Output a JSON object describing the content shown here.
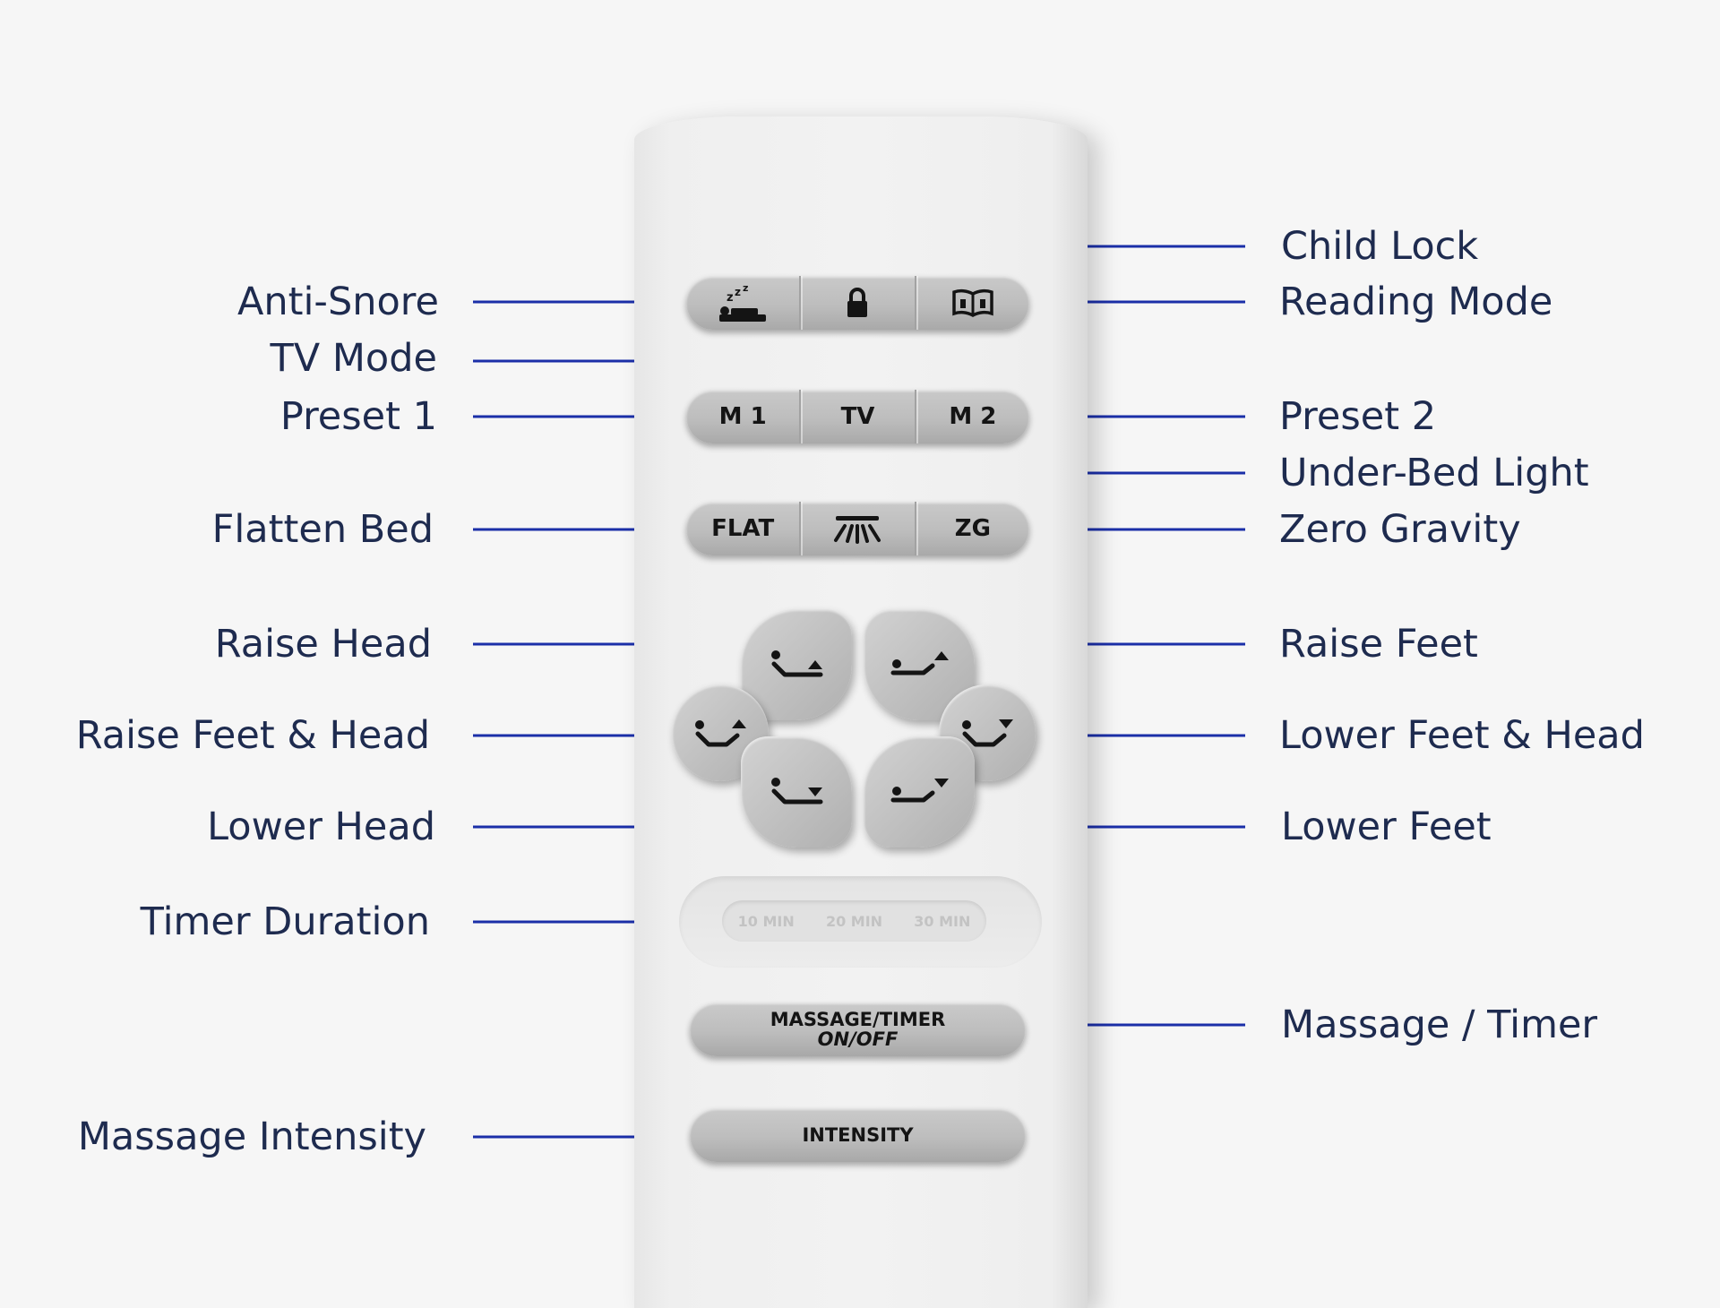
{
  "callouts": {
    "anti_snore": "Anti-Snore",
    "tv_mode": "TV Mode",
    "preset_1": "Preset 1",
    "flatten_bed": "Flatten Bed",
    "raise_head": "Raise Head",
    "raise_feet_head": "Raise Feet & Head",
    "lower_head": "Lower Head",
    "timer_duration": "Timer Duration",
    "massage_intensity": "Massage Intensity",
    "child_lock": "Child Lock",
    "reading_mode": "Reading Mode",
    "preset_2": "Preset 2",
    "under_bed_light": "Under-Bed Light",
    "zero_gravity": "Zero Gravity",
    "raise_feet": "Raise Feet",
    "lower_feet_head": "Lower Feet & Head",
    "lower_feet": "Lower Feet",
    "massage_timer": "Massage / Timer"
  },
  "buttons": {
    "m1": "M 1",
    "tv": "TV",
    "m2": "M 2",
    "flat": "FLAT",
    "zg": "ZG",
    "massage_timer_line1": "MASSAGE/TIMER",
    "massage_timer_line2": "ON/OFF",
    "intensity": "INTENSITY",
    "timer_10": "10 MIN",
    "timer_20": "20 MIN",
    "timer_30": "30 MIN"
  },
  "icons": {
    "anti_snore": "sleeping-person-zzz-icon",
    "child_lock": "padlock-icon",
    "reading": "open-book-icon",
    "under_bed_light": "light-rays-icon",
    "raise_head": "recline-head-up-icon",
    "raise_feet": "recline-feet-up-icon",
    "raise_feet_head": "recline-both-up-icon",
    "lower_feet_head": "recline-both-down-icon",
    "lower_head": "recline-head-down-icon",
    "lower_feet": "recline-feet-down-icon"
  },
  "colors": {
    "leader_line": "#1b2fa8",
    "callout_text": "#1e2b4f",
    "button_glyph": "#141414"
  }
}
